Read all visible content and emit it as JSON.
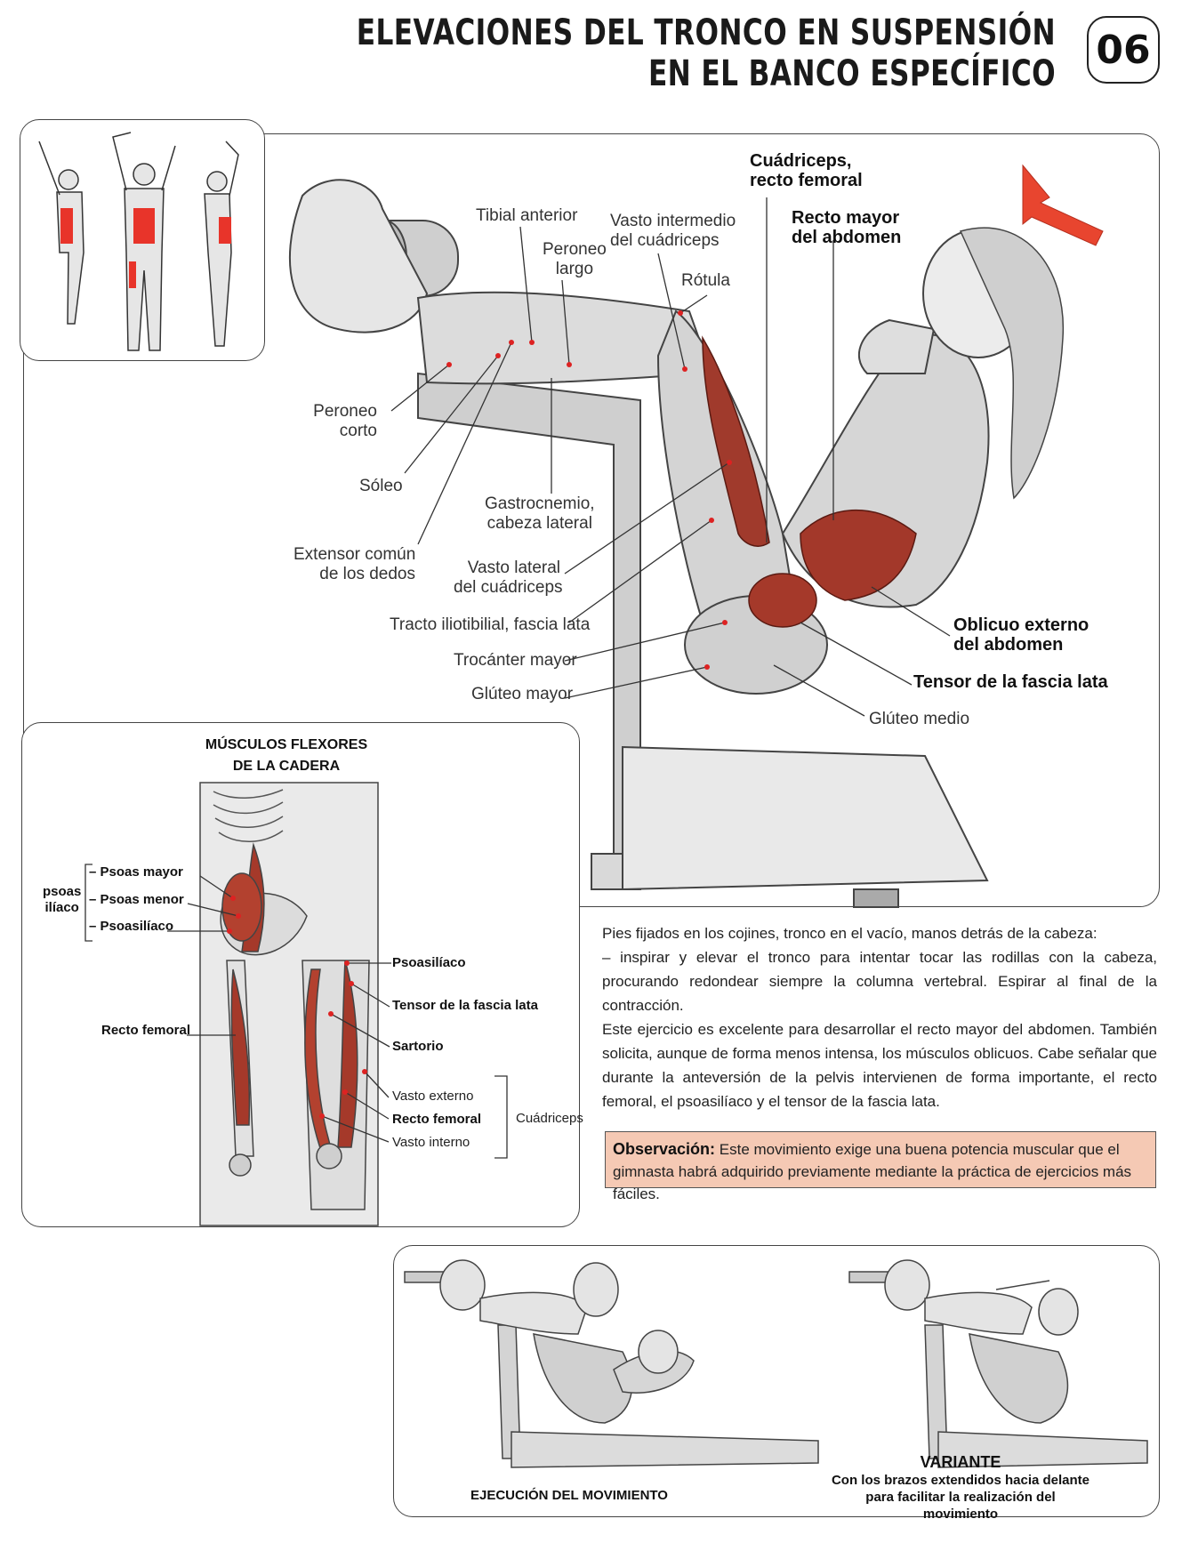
{
  "header": {
    "title_line1": "ELEVACIONES DEL TRONCO EN SUSPENSIÓN",
    "title_line2": "EN EL BANCO ESPECÍFICO",
    "number": "06"
  },
  "main_labels": {
    "cuadriceps_recto_1": "Cuádriceps,",
    "cuadriceps_recto_2": "recto femoral",
    "recto_mayor_1": "Recto mayor",
    "recto_mayor_2": "del abdomen",
    "tibial_anterior": "Tibial anterior",
    "peroneo_largo_1": "Peroneo",
    "peroneo_largo_2": "largo",
    "vasto_intermedio_1": "Vasto intermedio",
    "vasto_intermedio_2": "del cuádriceps",
    "rotula": "Rótula",
    "peroneo_corto_1": "Peroneo",
    "peroneo_corto_2": "corto",
    "soleo": "Sóleo",
    "gastrocnemio_1": "Gastrocnemio,",
    "gastrocnemio_2": "cabeza lateral",
    "extensor_1": "Extensor común",
    "extensor_2": "de los dedos",
    "vasto_lateral_1": "Vasto lateral",
    "vasto_lateral_2": "del cuádriceps",
    "tracto": "Tracto iliotibilial, fascia lata",
    "trocanter": "Trocánter mayor",
    "gluteo_mayor": "Glúteo mayor",
    "oblicuo_1": "Oblicuo externo",
    "oblicuo_2": "del abdomen",
    "tensor": "Tensor de la fascia lata",
    "gluteo_medio": "Glúteo medio"
  },
  "hip_panel": {
    "title_1": "MÚSCULOS FLEXORES",
    "title_2": "DE LA CADERA",
    "group_1": "psoas",
    "group_2": "ilíaco",
    "psoas_mayor": "– Psoas mayor",
    "psoas_menor": "– Psoas menor",
    "psoasiliaco_left": "– Psoasilíaco",
    "recto_femoral_left": "Recto femoral",
    "psoasiliaco_right": "Psoasilíaco",
    "tensor": "Tensor de la fascia lata",
    "sartorio": "Sartorio",
    "vasto_externo": "Vasto externo",
    "recto_femoral_right": "Recto femoral",
    "vasto_interno": "Vasto interno",
    "cuadriceps": "Cuádriceps"
  },
  "description": {
    "p1": "Pies fijados en los cojines, tronco en el vacío, manos detrás de la cabeza:",
    "p2": "– inspirar y elevar el tronco para intentar tocar las rodillas con la cabeza, procurando redondear siempre la columna vertebral. Espirar al final de la contracción.",
    "p3": "Este ejercicio es excelente para desarrollar el recto mayor del abdomen. También solicita, aunque de forma menos intensa, los músculos oblicuos. Cabe señalar que durante la anteversión de la pelvis intervienen de forma importante, el recto femoral, el psoasilíaco y el tensor de la fascia lata."
  },
  "observation": {
    "label": "Observación:",
    "text": "Este movimiento exige una buena potencia muscular que el gimnasta habrá adquirido previamente mediante la práctica de ejercicios más fáciles."
  },
  "bottom": {
    "caption_left": "EJECUCIÓN DEL MOVIMIENTO",
    "variant_title": "VARIANTE",
    "variant_line1": "Con los brazos extendidos hacia delante",
    "variant_line2": "para facilitar la realización del movimiento"
  },
  "colors": {
    "muscle_red": "#c0392b",
    "highlight_red": "#e8342a",
    "observation_bg": "#f5c9b4",
    "arrow": "#e8452f"
  }
}
